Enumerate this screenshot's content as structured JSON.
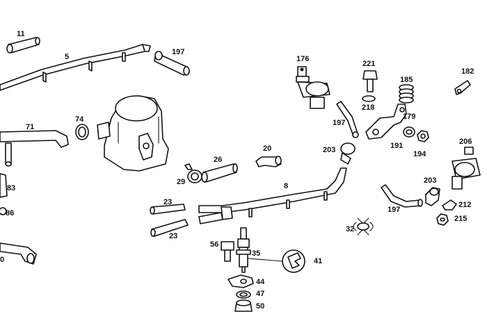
{
  "callouts": {
    "p11": "11",
    "p5": "5",
    "p197a": "197",
    "p176": "176",
    "p221": "221",
    "p185": "185",
    "p182": "182",
    "p218": "218",
    "p179": "179",
    "p74": "74",
    "p71": "71",
    "p197b": "197",
    "p191": "191",
    "p194": "194",
    "p206": "206",
    "p203a": "203",
    "p20": "20",
    "p26": "26",
    "p29": "29",
    "p8": "8",
    "p203b": "203",
    "p83": "83",
    "p86": "86",
    "p23a": "23",
    "p23b": "23",
    "p197c": "197",
    "p212": "212",
    "p215": "215",
    "p32": "32",
    "p56": "56",
    "p35": "35",
    "p41": "41",
    "p44": "44",
    "p47": "47",
    "p50": "50",
    "p0": "0"
  }
}
